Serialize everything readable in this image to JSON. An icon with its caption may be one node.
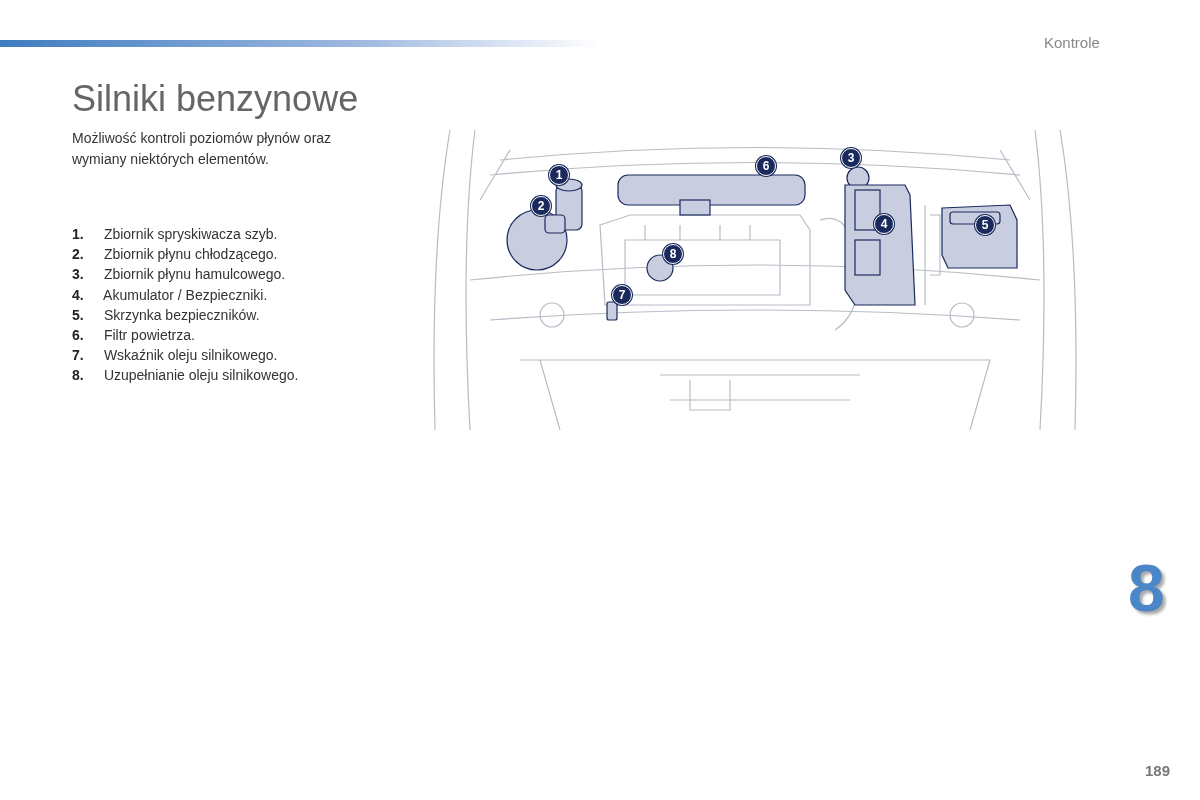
{
  "diagram": {
    "title": "Silniki benzynowe",
    "labels": [
      "Kontrole",
      "Możliwość kontroli poziomów płynów oraz wymiany niektórych elementów.",
      "**1.** Zbiornik spryskiwacza szyb.",
      "**2.** Zbiornik płynu chłodzącego.",
      "**3.** Zbiornik płynu hamulcowego.",
      "**4.** Akumulator / Bezpieczniki.",
      "**5.** Skrzynka bezpieczników.",
      "**6.** Filtr powietrza.",
      "**7.** Wskaźnik oleju silnikowego.",
      "**8.** Uzupełnianie oleju silnikowego.",
      "3",
      "6",
      "1",
      "2",
      "4",
      "5",
      "8",
      "7",
      "8",
      "189"
    ]
  }
}
